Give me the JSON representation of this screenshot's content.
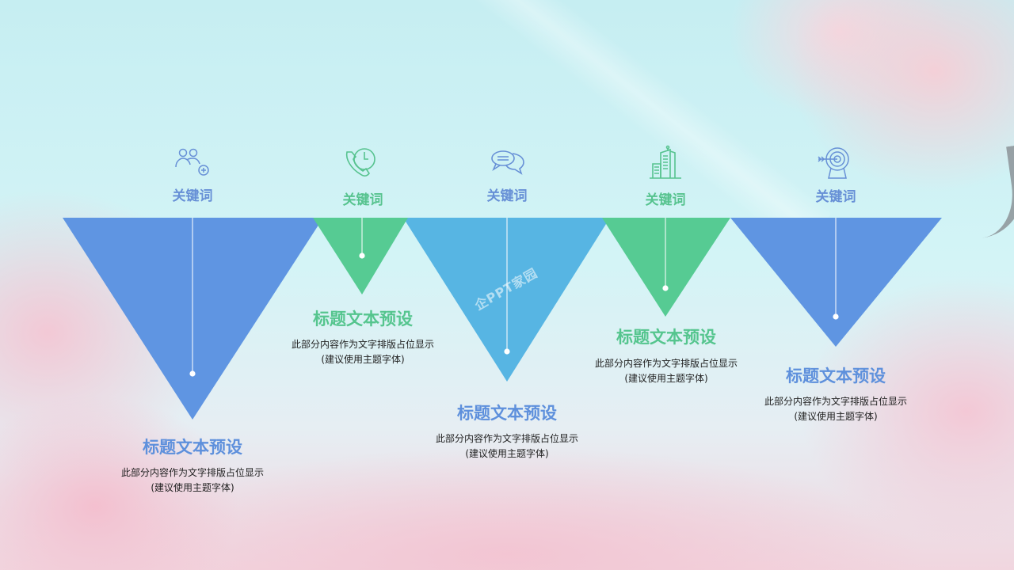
{
  "colors": {
    "blue": "#5f95e2",
    "green": "#56cb93",
    "sky": "#57b5e3",
    "keyword_blue": "#6790d6",
    "keyword_green": "#57c38f",
    "title_blue": "#5e90dc",
    "title_green": "#55c58e",
    "body_text": "#222222"
  },
  "watermark": "企PPT家园",
  "items": [
    {
      "icon": "users-add-icon",
      "keyword": "关键词",
      "title": "标题文本预设",
      "desc_line1": "此部分内容作为文字排版占位显示",
      "desc_line2": "(建议使用主题字体)",
      "color": "blue"
    },
    {
      "icon": "phone-clock-icon",
      "keyword": "关键词",
      "title": "标题文本预设",
      "desc_line1": "此部分内容作为文字排版占位显示",
      "desc_line2": "(建议使用主题字体)",
      "color": "green"
    },
    {
      "icon": "chat-bubbles-icon",
      "keyword": "关键词",
      "title": "标题文本预设",
      "desc_line1": "此部分内容作为文字排版占位显示",
      "desc_line2": "(建议使用主题字体)",
      "color": "sky"
    },
    {
      "icon": "buildings-icon",
      "keyword": "关键词",
      "title": "标题文本预设",
      "desc_line1": "此部分内容作为文字排版占位显示",
      "desc_line2": "(建议使用主题字体)",
      "color": "green"
    },
    {
      "icon": "target-icon",
      "keyword": "关键词",
      "title": "标题文本预设",
      "desc_line1": "此部分内容作为文字排版占位显示",
      "desc_line2": "(建议使用主题字体)",
      "color": "blue"
    }
  ]
}
